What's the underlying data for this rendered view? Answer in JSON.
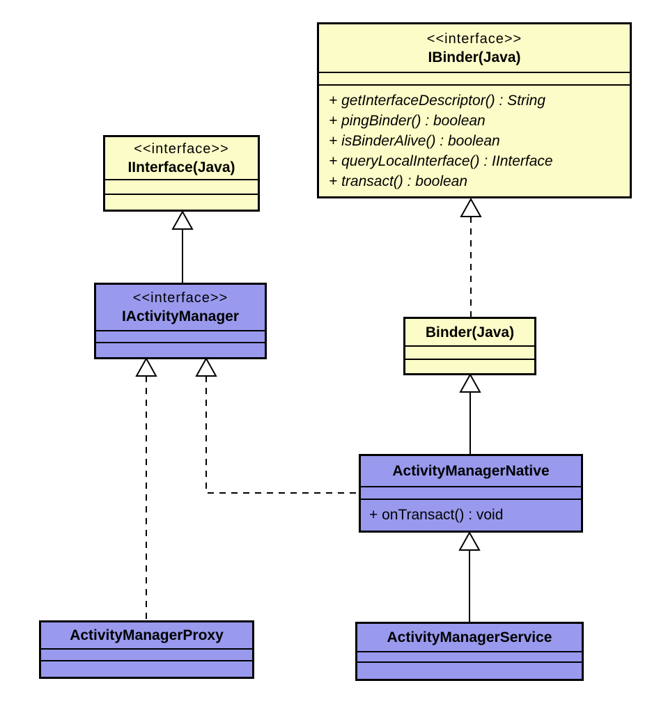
{
  "diagram_type": "UML class diagram",
  "colors": {
    "interface_box_fill": "#FCFCC8",
    "class_box_fill": "#9999EE",
    "border": "#000000",
    "background": "#FFFFFF"
  },
  "classes": {
    "ibinder": {
      "stereotype": "<<interface>>",
      "name": "IBinder(Java)",
      "methods": [
        "+ getInterfaceDescriptor() : String",
        "+ pingBinder() : boolean",
        "+ isBinderAlive() : boolean",
        "+ queryLocalInterface() : IInterface",
        "+ transact() : boolean"
      ]
    },
    "iinterface": {
      "stereotype": "<<interface>>",
      "name": "IInterface(Java)",
      "methods": []
    },
    "iactivitymanager": {
      "stereotype": "<<interface>>",
      "name": "IActivityManager",
      "methods": []
    },
    "binder": {
      "name": "Binder(Java)",
      "methods": []
    },
    "activitymanagernative": {
      "name": "ActivityManagerNative",
      "methods": [
        "+ onTransact() : void"
      ]
    },
    "activitymanagerproxy": {
      "name": "ActivityManagerProxy",
      "methods": []
    },
    "activitymanagerservice": {
      "name": "ActivityManagerService",
      "methods": []
    }
  },
  "relationships": [
    {
      "from": "IActivityManager",
      "to": "IInterface(Java)",
      "type": "generalization",
      "line": "solid"
    },
    {
      "from": "Binder(Java)",
      "to": "IBinder(Java)",
      "type": "realization",
      "line": "dashed"
    },
    {
      "from": "ActivityManagerNative",
      "to": "Binder(Java)",
      "type": "generalization",
      "line": "solid"
    },
    {
      "from": "ActivityManagerNative",
      "to": "IActivityManager",
      "type": "realization",
      "line": "dashed"
    },
    {
      "from": "ActivityManagerProxy",
      "to": "IActivityManager",
      "type": "realization",
      "line": "dashed"
    },
    {
      "from": "ActivityManagerService",
      "to": "ActivityManagerNative",
      "type": "generalization",
      "line": "solid"
    }
  ]
}
